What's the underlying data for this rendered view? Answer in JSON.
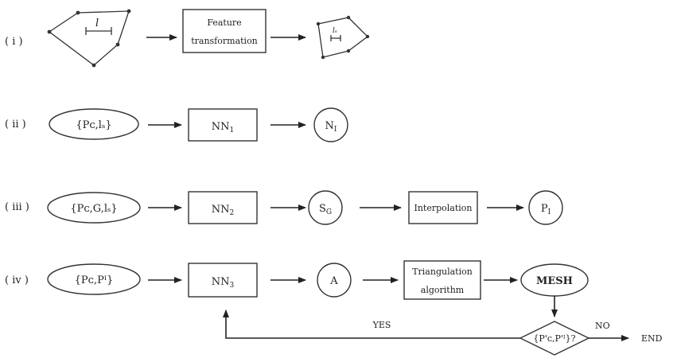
{
  "rows": {
    "r1": {
      "label": "( i )"
    },
    "r2": {
      "label": "( ii )"
    },
    "r3": {
      "label": "( iii )"
    },
    "r4": {
      "label": "( iv )"
    }
  },
  "nodes": {
    "feature_line1": "Feature",
    "feature_line2": "transformation",
    "input2": "{Pᴄ,lₛ}",
    "nn1": "NN",
    "nn1_sub": "1",
    "ni": "N",
    "ni_sub": "I",
    "input3": "{Pᴄ,G,lₛ}",
    "nn2": "NN",
    "nn2_sub": "2",
    "sg": "S",
    "sg_sub": "G",
    "interp": "Interpolation",
    "pi": "P",
    "pi_sub": "I",
    "input4": "{Pᴄ,Pᴵ}",
    "nn3": "NN",
    "nn3_sub": "3",
    "a": "A",
    "tri_line1": "Triangulation",
    "tri_line2": "algorithm",
    "mesh": "MESH",
    "decision": "{P'ᴄ,P'ᴵ}?",
    "end": "END"
  },
  "edges": {
    "yes": "YES",
    "no": "NO"
  },
  "symbols": {
    "l": "l",
    "ls": "lₛ"
  }
}
